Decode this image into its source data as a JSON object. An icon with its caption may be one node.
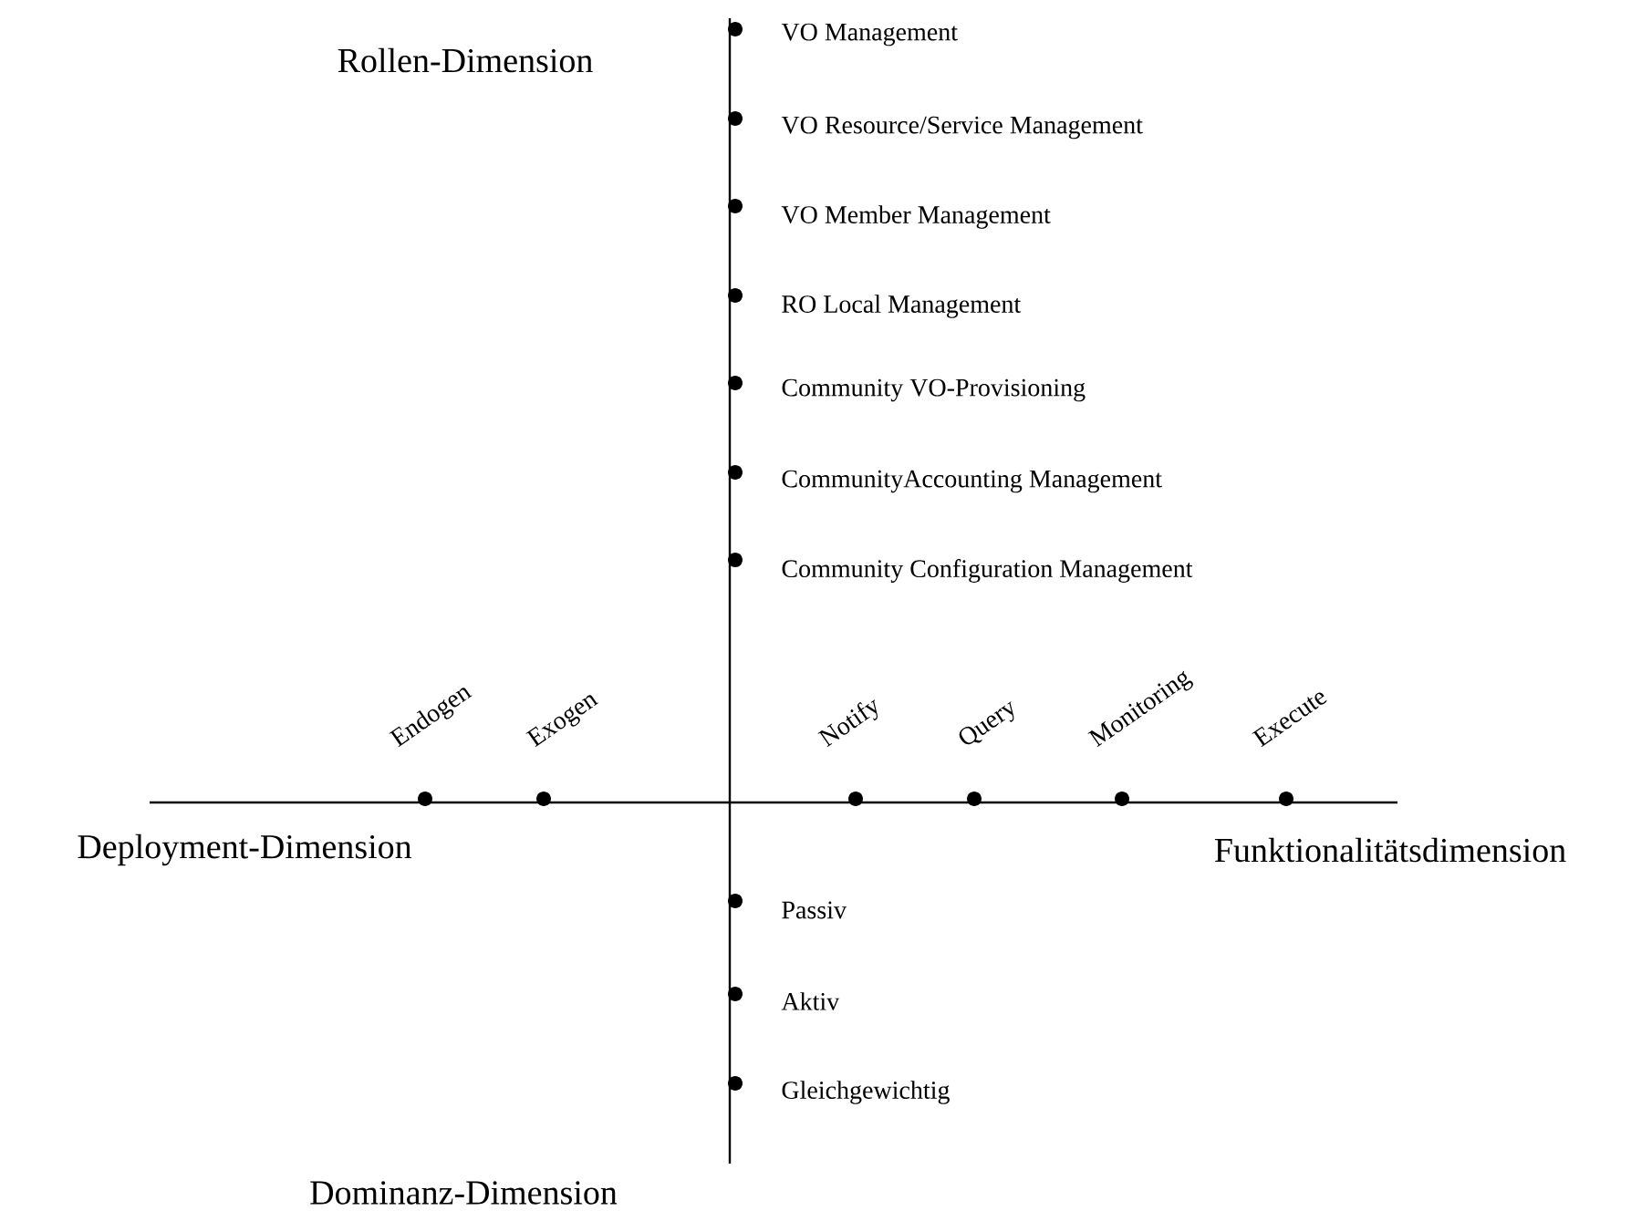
{
  "diagram": {
    "labels": [
      "Rollen-Dimension",
      "VO Management",
      "VO Resource/Service Management",
      "VO Member Management",
      "RO Local Management",
      "Community VO-Provisioning",
      "CommunityAccounting Management",
      "Community Configuration Management",
      "Endogen",
      "Exogen",
      "Notify",
      "Query",
      "Monitoring",
      "Execute",
      "Deployment-Dimension",
      "Funktionalitätsdimension",
      "Passiv",
      "Aktiv",
      "Gleichgewichtig",
      "Dominanz-Dimension"
    ]
  }
}
